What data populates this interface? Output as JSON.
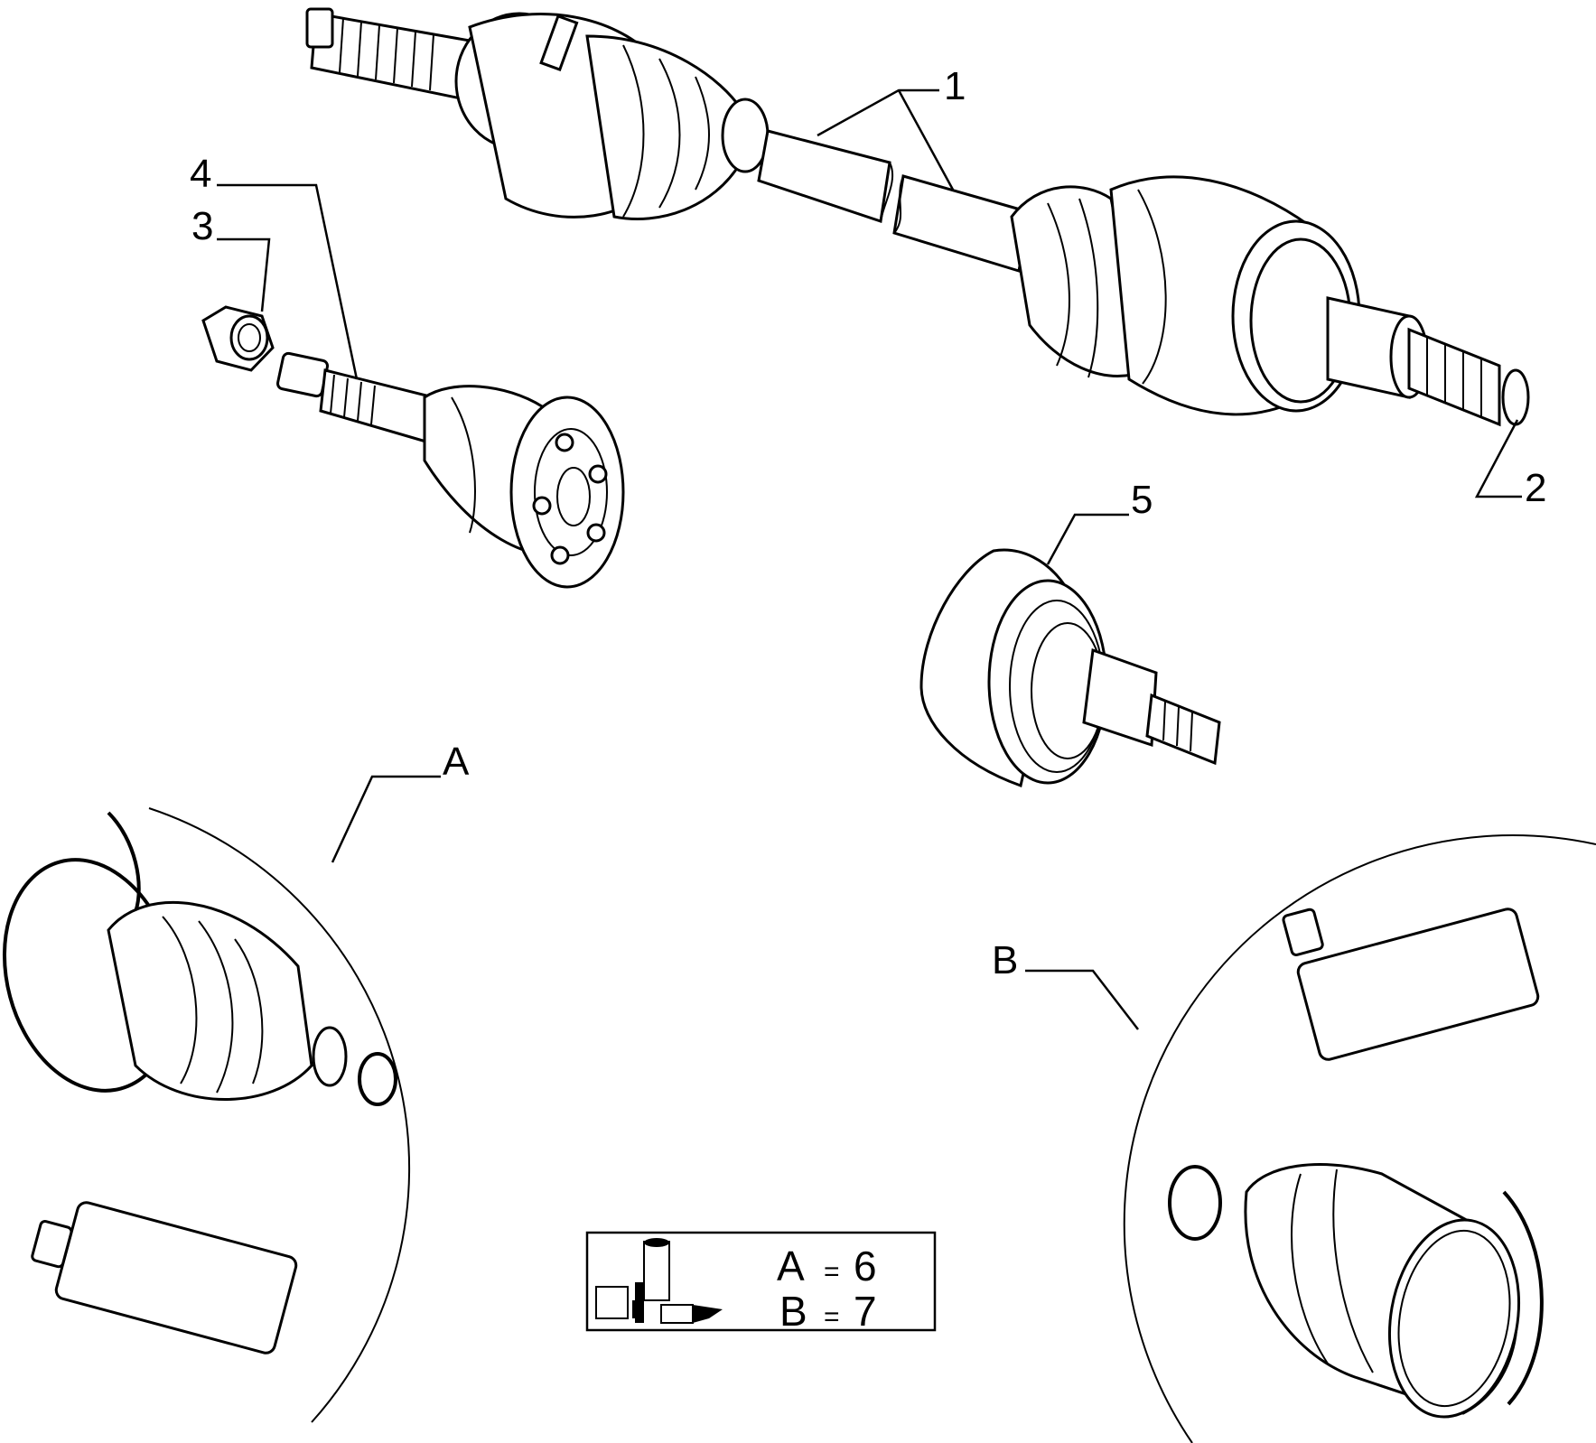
{
  "callouts": {
    "c1": "1",
    "c2": "2",
    "c3": "3",
    "c4": "4",
    "c5": "5",
    "cA": "A",
    "cB": "B"
  },
  "legend": {
    "a_letter": "A",
    "a_eq": "=",
    "a_value": "6",
    "b_letter": "B",
    "b_eq": "=",
    "b_value": "7",
    "icon": "kit-boxes-icon"
  }
}
